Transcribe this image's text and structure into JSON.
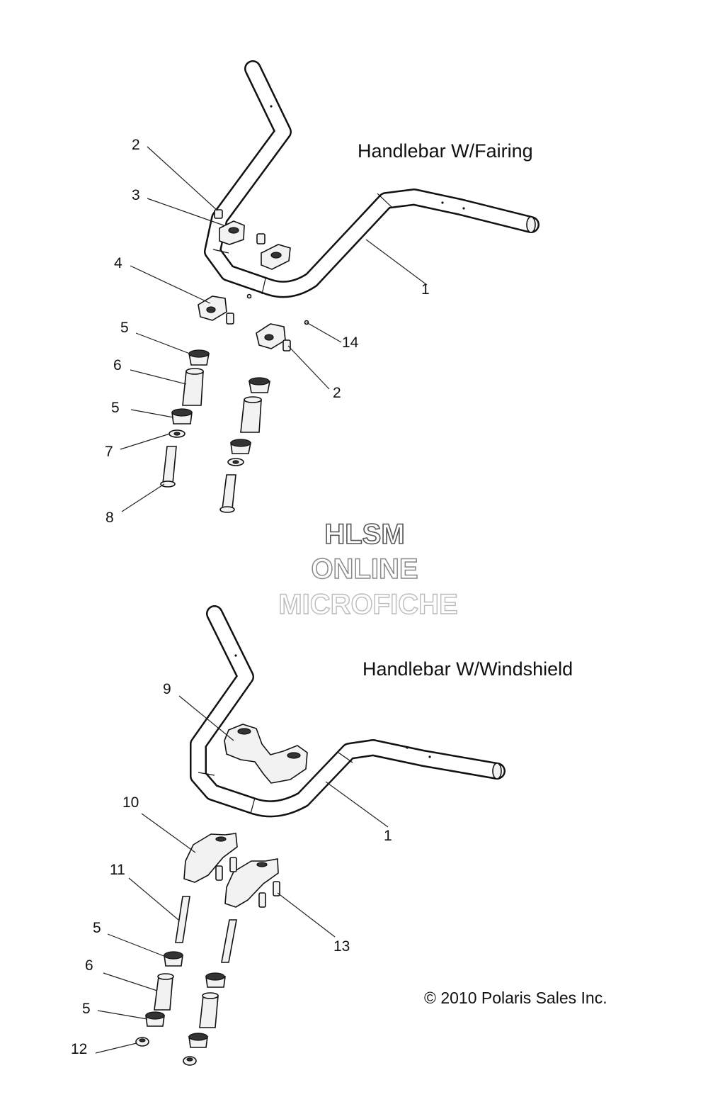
{
  "titles": {
    "fairing": "Handlebar W/Fairing",
    "windshield": "Handlebar W/Windshield"
  },
  "watermark": {
    "line1": "HLSM",
    "line2": "ONLINE",
    "line3": "MICROFICHE"
  },
  "copyright": "© 2010 Polaris Sales Inc.",
  "callouts": {
    "top": [
      "2",
      "3",
      "4",
      "5",
      "6",
      "5",
      "7",
      "8",
      "1",
      "14",
      "2"
    ],
    "bottom": [
      "9",
      "1",
      "10",
      "11",
      "5",
      "6",
      "5",
      "12",
      "13"
    ]
  },
  "colors": {
    "line": "#111111",
    "watermark_dark": "#555555",
    "watermark_mid": "#888888",
    "watermark_light": "#bbbbbb"
  }
}
